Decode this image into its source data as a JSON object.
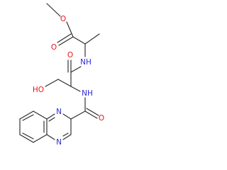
{
  "molecule": {
    "atom_labels": {
      "o_ester_single": "O",
      "o_ester_double": "O",
      "nh_upper": "NH",
      "o_amide_upper": "O",
      "ho": "HO",
      "nh_lower": "NH",
      "o_amide_lower": "O",
      "n_ring_top": "N",
      "n_ring_bottom": "N"
    },
    "colors": {
      "bond": "#2b2b2b",
      "oxygen": "#e8141c",
      "nitrogen": "#2a2ad6",
      "carbon": "#2b2b2b"
    }
  }
}
